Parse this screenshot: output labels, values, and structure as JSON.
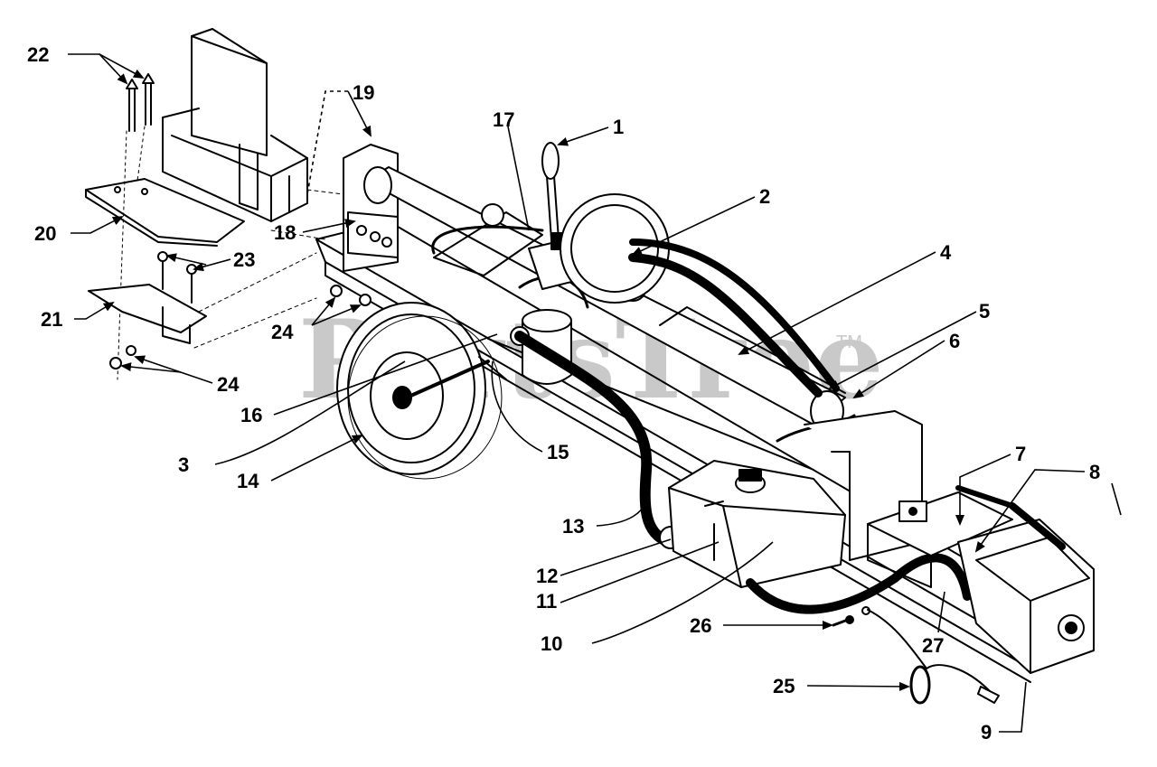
{
  "watermark": {
    "text": "PartsTree",
    "mark": "TM",
    "color": "#c9c9c9"
  },
  "colors": {
    "ink": "#000000",
    "paper": "#ffffff"
  },
  "callouts": [
    {
      "id": "1",
      "label": "1"
    },
    {
      "id": "2",
      "label": "2"
    },
    {
      "id": "3",
      "label": "3"
    },
    {
      "id": "4",
      "label": "4"
    },
    {
      "id": "5",
      "label": "5"
    },
    {
      "id": "6",
      "label": "6"
    },
    {
      "id": "7",
      "label": "7"
    },
    {
      "id": "8",
      "label": "8"
    },
    {
      "id": "9",
      "label": "9"
    },
    {
      "id": "10",
      "label": "10"
    },
    {
      "id": "11",
      "label": "11"
    },
    {
      "id": "12",
      "label": "12"
    },
    {
      "id": "13",
      "label": "13"
    },
    {
      "id": "14",
      "label": "14"
    },
    {
      "id": "15",
      "label": "15"
    },
    {
      "id": "16",
      "label": "16"
    },
    {
      "id": "17",
      "label": "17"
    },
    {
      "id": "18",
      "label": "18"
    },
    {
      "id": "19",
      "label": "19"
    },
    {
      "id": "20",
      "label": "20"
    },
    {
      "id": "21",
      "label": "21"
    },
    {
      "id": "22",
      "label": "22"
    },
    {
      "id": "23",
      "label": "23"
    },
    {
      "id": "24a",
      "label": "24"
    },
    {
      "id": "24b",
      "label": "24"
    },
    {
      "id": "25",
      "label": "25"
    },
    {
      "id": "26",
      "label": "26"
    },
    {
      "id": "27",
      "label": "27"
    }
  ]
}
